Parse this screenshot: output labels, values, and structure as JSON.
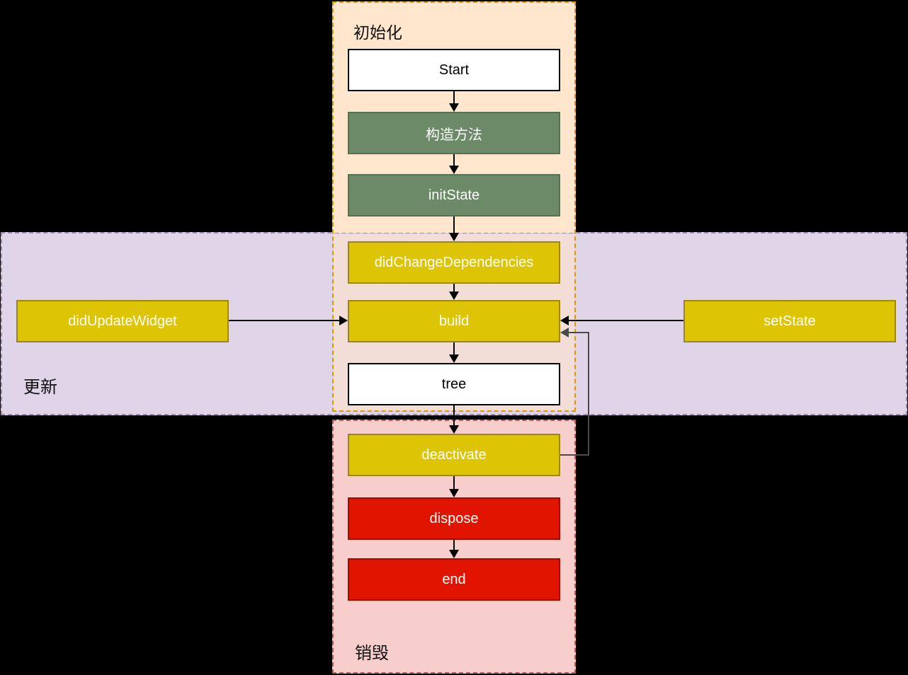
{
  "diagram": {
    "type": "flowchart",
    "background": "#000000",
    "connector_color": "#000000",
    "feedback_connector_color": "#4a4a4a"
  },
  "regions": {
    "init": {
      "label": "初始化",
      "bg": "#ffe6cc",
      "border_color": "#d79b00"
    },
    "update": {
      "label": "更新",
      "bg": "#e0d5e8",
      "border_color": "#a189b2",
      "overlap_bg": "#f2ded6"
    },
    "destroy": {
      "label": "销毁",
      "bg": "#f8cecc",
      "border_color": "#c05a52"
    }
  },
  "nodes": {
    "start": {
      "label": "Start",
      "fill": "#ffffff",
      "stroke": "#000000",
      "text_color": "#000000"
    },
    "constructor": {
      "label": "构造方法",
      "fill": "#6d8a68",
      "stroke": "#56714f",
      "text_color": "#ffffff"
    },
    "init_state": {
      "label": "initState",
      "fill": "#6d8a68",
      "stroke": "#56714f",
      "text_color": "#ffffff"
    },
    "did_change_dependencies": {
      "label": "didChangeDependencies",
      "fill": "#ddc405",
      "stroke": "#9c851b",
      "text_color": "#ffffff"
    },
    "build": {
      "label": "build",
      "fill": "#ddc405",
      "stroke": "#9c851b",
      "text_color": "#ffffff"
    },
    "tree": {
      "label": "tree",
      "fill": "#ffffff",
      "stroke": "#000000",
      "text_color": "#000000"
    },
    "deactivate": {
      "label": "deactivate",
      "fill": "#ddc405",
      "stroke": "#9c851b",
      "text_color": "#ffffff"
    },
    "dispose": {
      "label": "dispose",
      "fill": "#e11400",
      "stroke": "#9e0d00",
      "text_color": "#ffffff"
    },
    "end": {
      "label": "end",
      "fill": "#e11400",
      "stroke": "#9e0d00",
      "text_color": "#ffffff"
    },
    "did_update_widget": {
      "label": "didUpdateWidget",
      "fill": "#ddc405",
      "stroke": "#9c851b",
      "text_color": "#ffffff"
    },
    "set_state": {
      "label": "setState",
      "fill": "#ddc405",
      "stroke": "#9c851b",
      "text_color": "#ffffff"
    }
  },
  "edges": [
    {
      "from": "Start",
      "to": "构造方法"
    },
    {
      "from": "构造方法",
      "to": "initState"
    },
    {
      "from": "initState",
      "to": "didChangeDependencies"
    },
    {
      "from": "didChangeDependencies",
      "to": "build"
    },
    {
      "from": "build",
      "to": "tree"
    },
    {
      "from": "tree",
      "to": "deactivate"
    },
    {
      "from": "deactivate",
      "to": "dispose"
    },
    {
      "from": "dispose",
      "to": "end"
    },
    {
      "from": "didUpdateWidget",
      "to": "build"
    },
    {
      "from": "setState",
      "to": "build"
    },
    {
      "from": "deactivate",
      "to": "build",
      "style": "feedback"
    }
  ]
}
